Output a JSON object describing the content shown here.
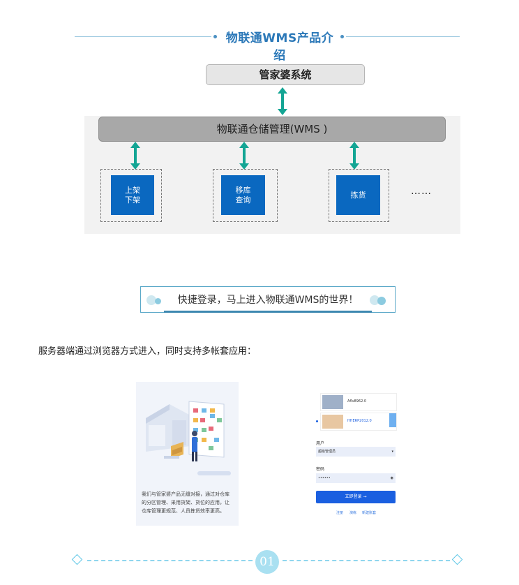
{
  "header": {
    "title": "物联通WMS产品介绍"
  },
  "diagram": {
    "top_system": "管家婆系统",
    "wms_bar": "物联通仓储管理(WMS )",
    "modules": [
      {
        "line1": "上架",
        "line2": "下架"
      },
      {
        "line1": "移库",
        "line2": "查询"
      },
      {
        "line1": "拣货",
        "line2": ""
      }
    ],
    "more": "……",
    "colors": {
      "module": "#0a68c0",
      "arrow": "#13a594",
      "bar": "#a8a8a8"
    }
  },
  "banner": {
    "text": "快捷登录，马上进入物联通WMS的世界！"
  },
  "intro": {
    "text": "服务器端通过浏览器方式进入，同时支持多帐套应用："
  },
  "card": {
    "description": "我们与管家婆产品无缝对接，通过对仓库的分区管理、采用货架、货位的应用，让仓库管理更规范、人员拣货效率更高。"
  },
  "login": {
    "accounts": [
      {
        "name": "Aflv8962.0"
      },
      {
        "name": "HHERP2012.0"
      }
    ],
    "user_label": "用户",
    "user_value": "超级管理员",
    "password_label": "密码",
    "password_value": "••••••",
    "login_button": "立即登录 →",
    "links": [
      "注册",
      "演练",
      "新建账套"
    ]
  },
  "footer": {
    "page_number": "01"
  }
}
